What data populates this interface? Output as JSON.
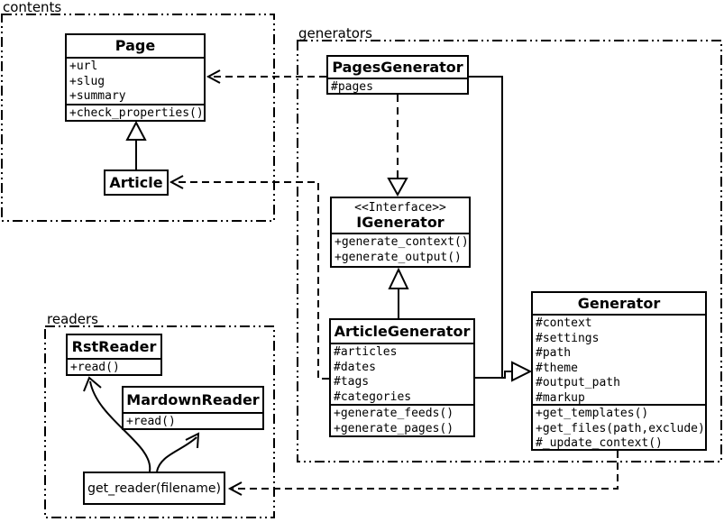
{
  "packages": {
    "contents": {
      "label": "contents"
    },
    "generators": {
      "label": "generators"
    },
    "readers": {
      "label": "readers"
    }
  },
  "classes": {
    "page": {
      "name": "Page",
      "attrs": [
        "+url",
        "+slug",
        "+summary"
      ],
      "methods": [
        "+check_properties()"
      ]
    },
    "article": {
      "name": "Article"
    },
    "pagesGenerator": {
      "name": "PagesGenerator",
      "attrs": [
        "#pages"
      ]
    },
    "iGenerator": {
      "stereotype": "<<Interface>>",
      "name": "IGenerator",
      "methods": [
        "+generate_context()",
        "+generate_output()"
      ]
    },
    "articleGenerator": {
      "name": "ArticleGenerator",
      "attrs": [
        "#articles",
        "#dates",
        "#tags",
        "#categories"
      ],
      "methods": [
        "+generate_feeds()",
        "+generate_pages()"
      ]
    },
    "generator": {
      "name": "Generator",
      "attrs": [
        "#context",
        "#settings",
        "#path",
        "#theme",
        "#output_path",
        "#markup"
      ],
      "methods": [
        "+get_templates()",
        "+get_files(path,exclude)",
        "#_update_context()"
      ]
    },
    "rstReader": {
      "name": "RstReader",
      "methods": [
        "+read()"
      ]
    },
    "mardownReader": {
      "name": "MardownReader",
      "methods": [
        "+read()"
      ]
    },
    "getReader": {
      "label": "get_reader(filename)"
    }
  },
  "colors": {
    "stroke": "#000000",
    "background": "#ffffff"
  }
}
